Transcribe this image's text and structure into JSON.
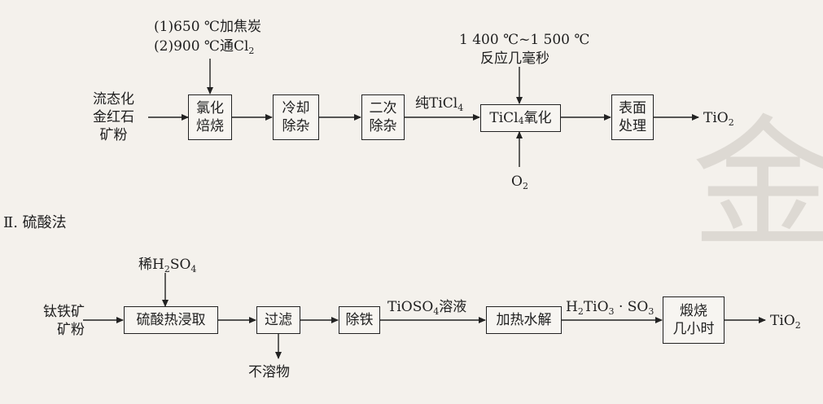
{
  "section2_title": "Ⅱ. 硫酸法",
  "watermark": "金",
  "method1": {
    "input": [
      "流态化",
      "金红石",
      "矿粉"
    ],
    "cond1": "(1)650 ℃加焦炭",
    "cond2": {
      "pre": "(2)900 ℃通Cl",
      "sub": "2"
    },
    "cond3": "1 400 ℃~1 500 ℃",
    "cond4": "反应几毫秒",
    "box1": [
      "氯化",
      "焙烧"
    ],
    "box2": [
      "冷却",
      "除杂"
    ],
    "box3": [
      "二次",
      "除杂"
    ],
    "pure": {
      "pre": "纯TiCl",
      "sub": "4"
    },
    "box4": {
      "pre": "TiCl",
      "sub": "4",
      "post": "氧化"
    },
    "o2": {
      "pre": "O",
      "sub": "2"
    },
    "box5": [
      "表面",
      "处理"
    ],
    "product": {
      "pre": "TiO",
      "sub": "2"
    }
  },
  "method2": {
    "input": [
      "钛铁矿",
      "矿粉"
    ],
    "acid": {
      "pre": "稀H",
      "sub1": "2",
      "mid": "SO",
      "sub2": "4"
    },
    "box1": "硫酸热浸取",
    "box2": "过滤",
    "residue": "不溶物",
    "box3": "除铁",
    "solution": {
      "pre": "TiOSO",
      "sub": "4",
      "post": "溶液"
    },
    "box4": "加热水解",
    "hydrolysis": {
      "h": "H",
      "s1": "2",
      "ti": "TiO",
      "s2": "3",
      "mid": " · SO",
      "s3": "3"
    },
    "box5": [
      "煅烧",
      "几小时"
    ],
    "product": {
      "pre": "TiO",
      "sub": "2"
    }
  }
}
